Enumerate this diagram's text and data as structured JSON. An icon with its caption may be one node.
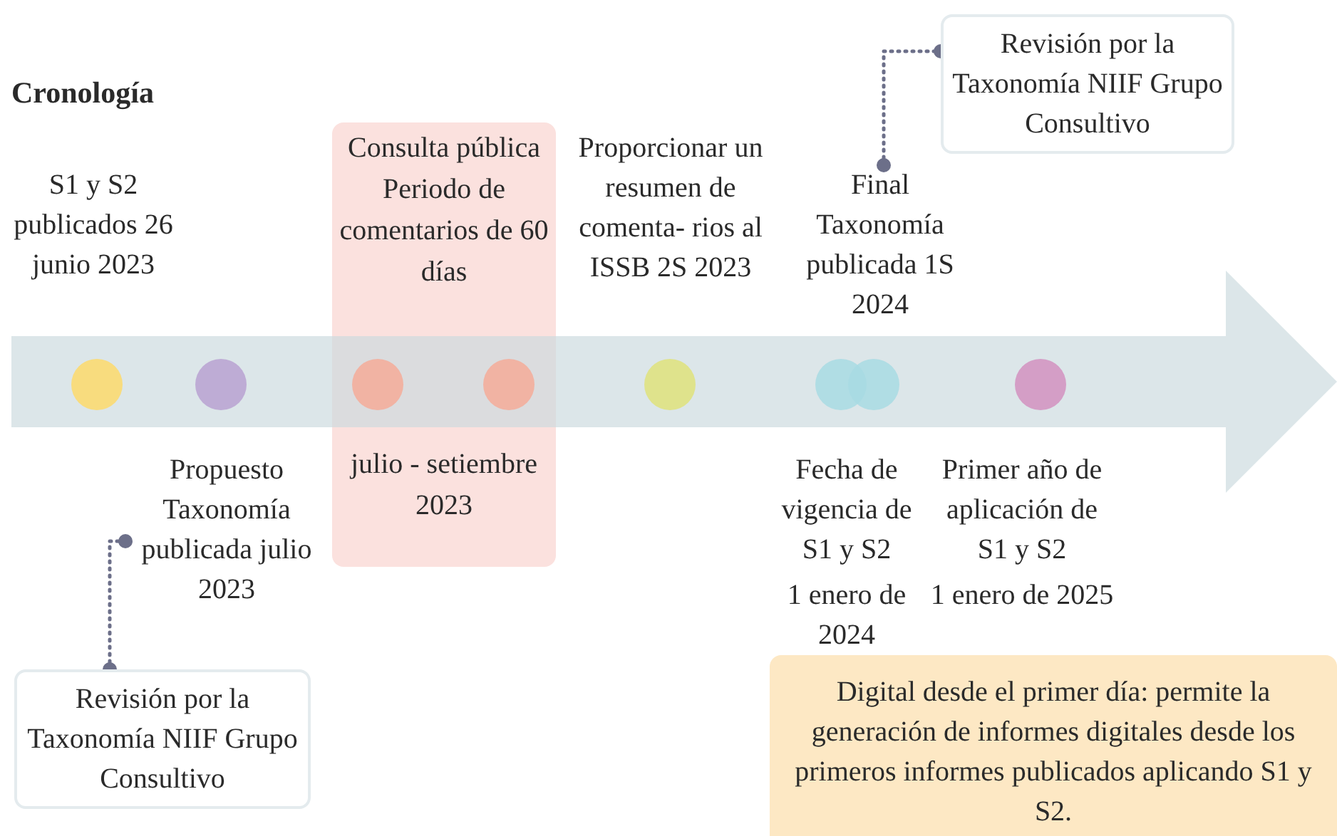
{
  "diagram": {
    "title": "Cronología",
    "nodes": [
      {
        "text": [
          "Consulta pública Periodo de comentarios de 60 días",
          "julio - setiembre 2023"
        ]
      },
      {
        "text": [
          "Propuesto Taxonomía publicada julio 2023"
        ]
      },
      {
        "text": [
          "Revisión por la Taxonomía NIIF Grupo Consultivo"
        ]
      },
      {
        "text": [
          "Final Taxonomía publicada 1S 2024"
        ]
      },
      {
        "text": [
          "Revisión por la Taxonomía NIIF Grupo Consultivo"
        ]
      },
      {
        "text": [
          "Digital desde el primer día: permite la generación de informes digitales desde los primeros informes publicados aplicando S1 y S2."
        ]
      }
    ],
    "edges": [
      {
        "from": 1,
        "to": 2,
        "arrow": "other",
        "style": "dashed"
      },
      {
        "from": 3,
        "to": 4,
        "arrow": "other",
        "style": "dashed"
      }
    ],
    "labels": [
      "S1 y S2 publicados 26 junio 2023",
      "Proporcionar un resumen de comenta- rios al ISSB 2S 2023",
      "Fecha de vigencia de S1 y S2",
      "1 enero de 2024",
      "Primer año de aplicación de S1 y S2",
      "1 enero de 2025"
    ]
  }
}
